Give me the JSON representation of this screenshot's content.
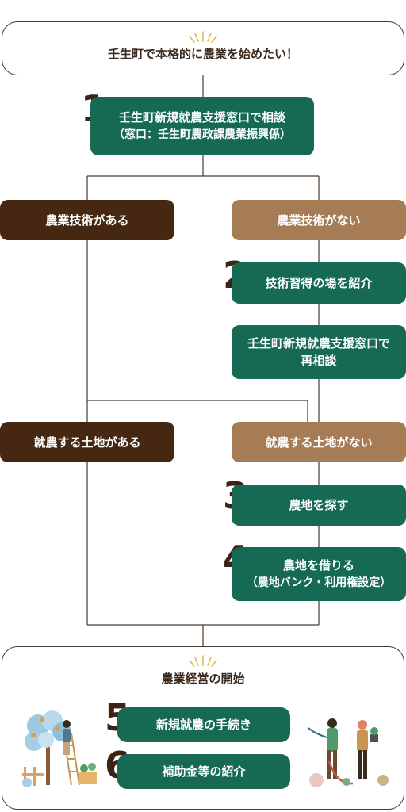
{
  "title": "壬生町で本格的に農業を始めたい！",
  "step1": {
    "number": "1",
    "main": "壬生町新規就農支援窓口で相談",
    "sub": "（窓口：壬生町農政課農業振興係）"
  },
  "tech_yes": "農業技術がある",
  "tech_no": "農業技術がない",
  "step2": {
    "number": "2",
    "main": "技術習得の場を紹介"
  },
  "reconsult": {
    "line1": "壬生町新規就農支援窓口で",
    "line2": "再相談"
  },
  "land_yes": "就農する土地がある",
  "land_no": "就農する土地がない",
  "step3": {
    "number": "3",
    "main": "農地を探す"
  },
  "step4": {
    "number": "4",
    "main": "農地を借りる",
    "sub": "（農地バンク・利用権設定）"
  },
  "start": "農業経営の開始",
  "step5": {
    "number": "5",
    "main": "新規就農の手続き"
  },
  "step6": {
    "number": "6",
    "main": "補助金等の紹介"
  },
  "colors": {
    "green": "#166a54",
    "dark_brown": "#462812",
    "tan": "#a67c55",
    "line": "#4a3a2e"
  }
}
